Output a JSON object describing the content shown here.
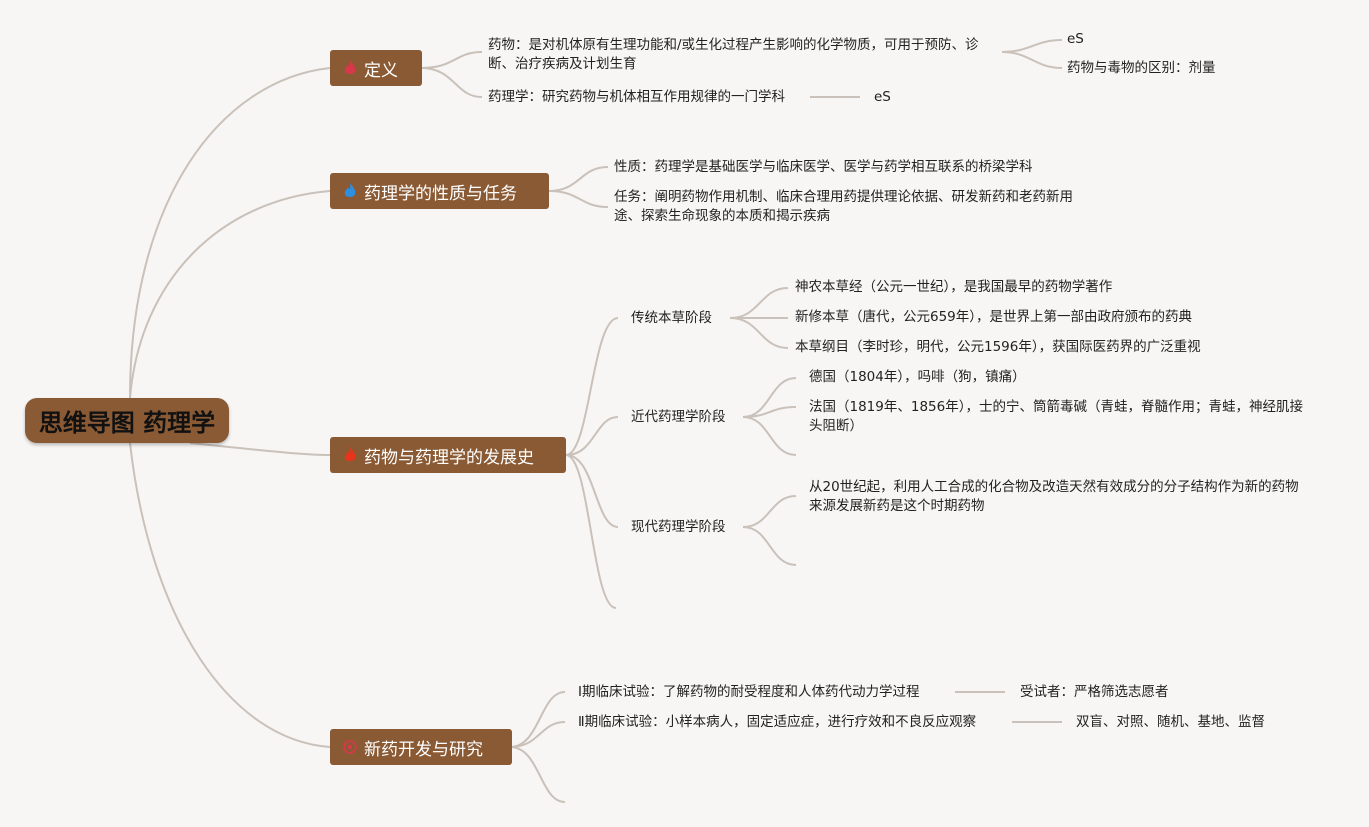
{
  "root": {
    "label": "思维导图 药理学"
  },
  "branches": {
    "definition": {
      "label": "定义",
      "icon": "flame-icon",
      "icon_color": "#d9384a",
      "items": [
        {
          "text": "药物：是对机体原有生理功能和/或生化过程产生影响的化学物质，可用于预防、诊断、治疗疾病及计划生育"
        },
        {
          "text": "药理学：研究药物与机体相互作用规律的一门学科"
        }
      ],
      "sub": {
        "es1": "eS",
        "poison": "药物与毒物的区别：剂量",
        "es2": "eS"
      }
    },
    "nature": {
      "label": "药理学的性质与任务",
      "icon": "flame-icon",
      "icon_color": "#2e8ee0",
      "items": [
        {
          "text": "性质：药理学是基础医学与临床医学、医学与药学相互联系的桥梁学科"
        },
        {
          "text": "任务：阐明药物作用机制、临床合理用药提供理论依据、研发新药和老药新用途、探索生命现象的本质和揭示疾病"
        }
      ]
    },
    "history": {
      "label": "药物与药理学的发展史",
      "icon": "flame-icon",
      "icon_color": "#e8341c",
      "stages": {
        "traditional": {
          "label": "传统本草阶段",
          "items": [
            "神农本草经（公元一世纪），是我国最早的药物学著作",
            "新修本草（唐代，公元659年），是世界上第一部由政府颁布的药典",
            "本草纲目（李时珍，明代，公元1596年），获国际医药界的广泛重视"
          ]
        },
        "modern_early": {
          "label": "近代药理学阶段",
          "items": [
            "德国（1804年），吗啡（狗，镇痛）",
            "法国（1819年、1856年），士的宁、筒箭毒碱（青蛙，脊髓作用；青蛙，神经肌接头阻断）"
          ]
        },
        "contemporary": {
          "label": "现代药理学阶段",
          "items": [
            "从20世纪起，利用人工合成的化合物及改造天然有效成分的分子结构作为新的药物来源发展新药是这个时期药物"
          ]
        }
      }
    },
    "research": {
      "label": "新药开发与研究",
      "icon": "flower-icon",
      "icon_color": "#d9384a",
      "phase1": {
        "text": "Ⅰ期临床试验：了解药物的耐受程度和人体药代动力学过程",
        "sub": "受试者：严格筛选志愿者"
      },
      "phase2": {
        "text": "Ⅱ期临床试验：小样本病人，固定适应症，进行疗效和不良反应观察",
        "sub": "双盲、对照、随机、基地、监督"
      }
    }
  }
}
